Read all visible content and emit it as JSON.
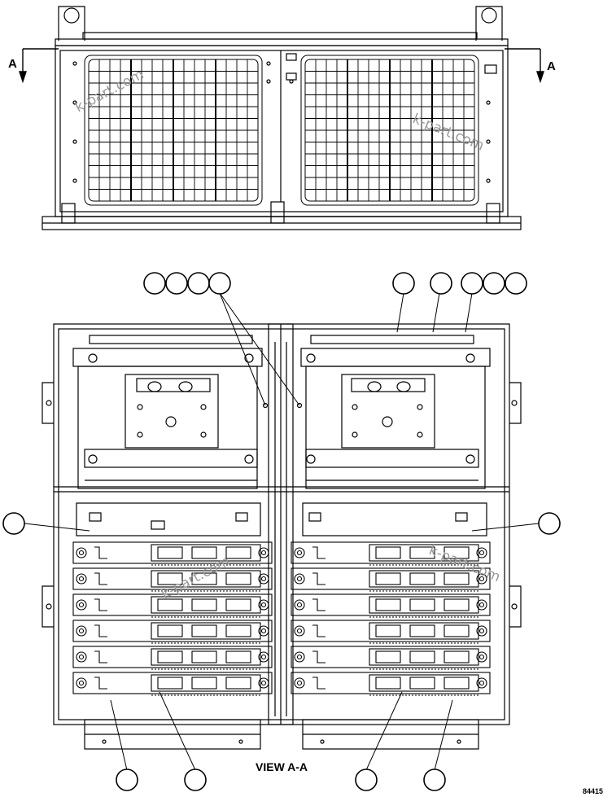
{
  "section_marker": {
    "left": "A",
    "right": "A"
  },
  "view_label": "VIEW A-A",
  "figure_number": "84415",
  "watermark": "k-part.com",
  "callouts": {
    "top_count": 9,
    "side_count": 2,
    "bottom_count": 4
  },
  "colors": {
    "line": "#000000",
    "watermark": "#9a9a9a",
    "background": "#ffffff"
  }
}
